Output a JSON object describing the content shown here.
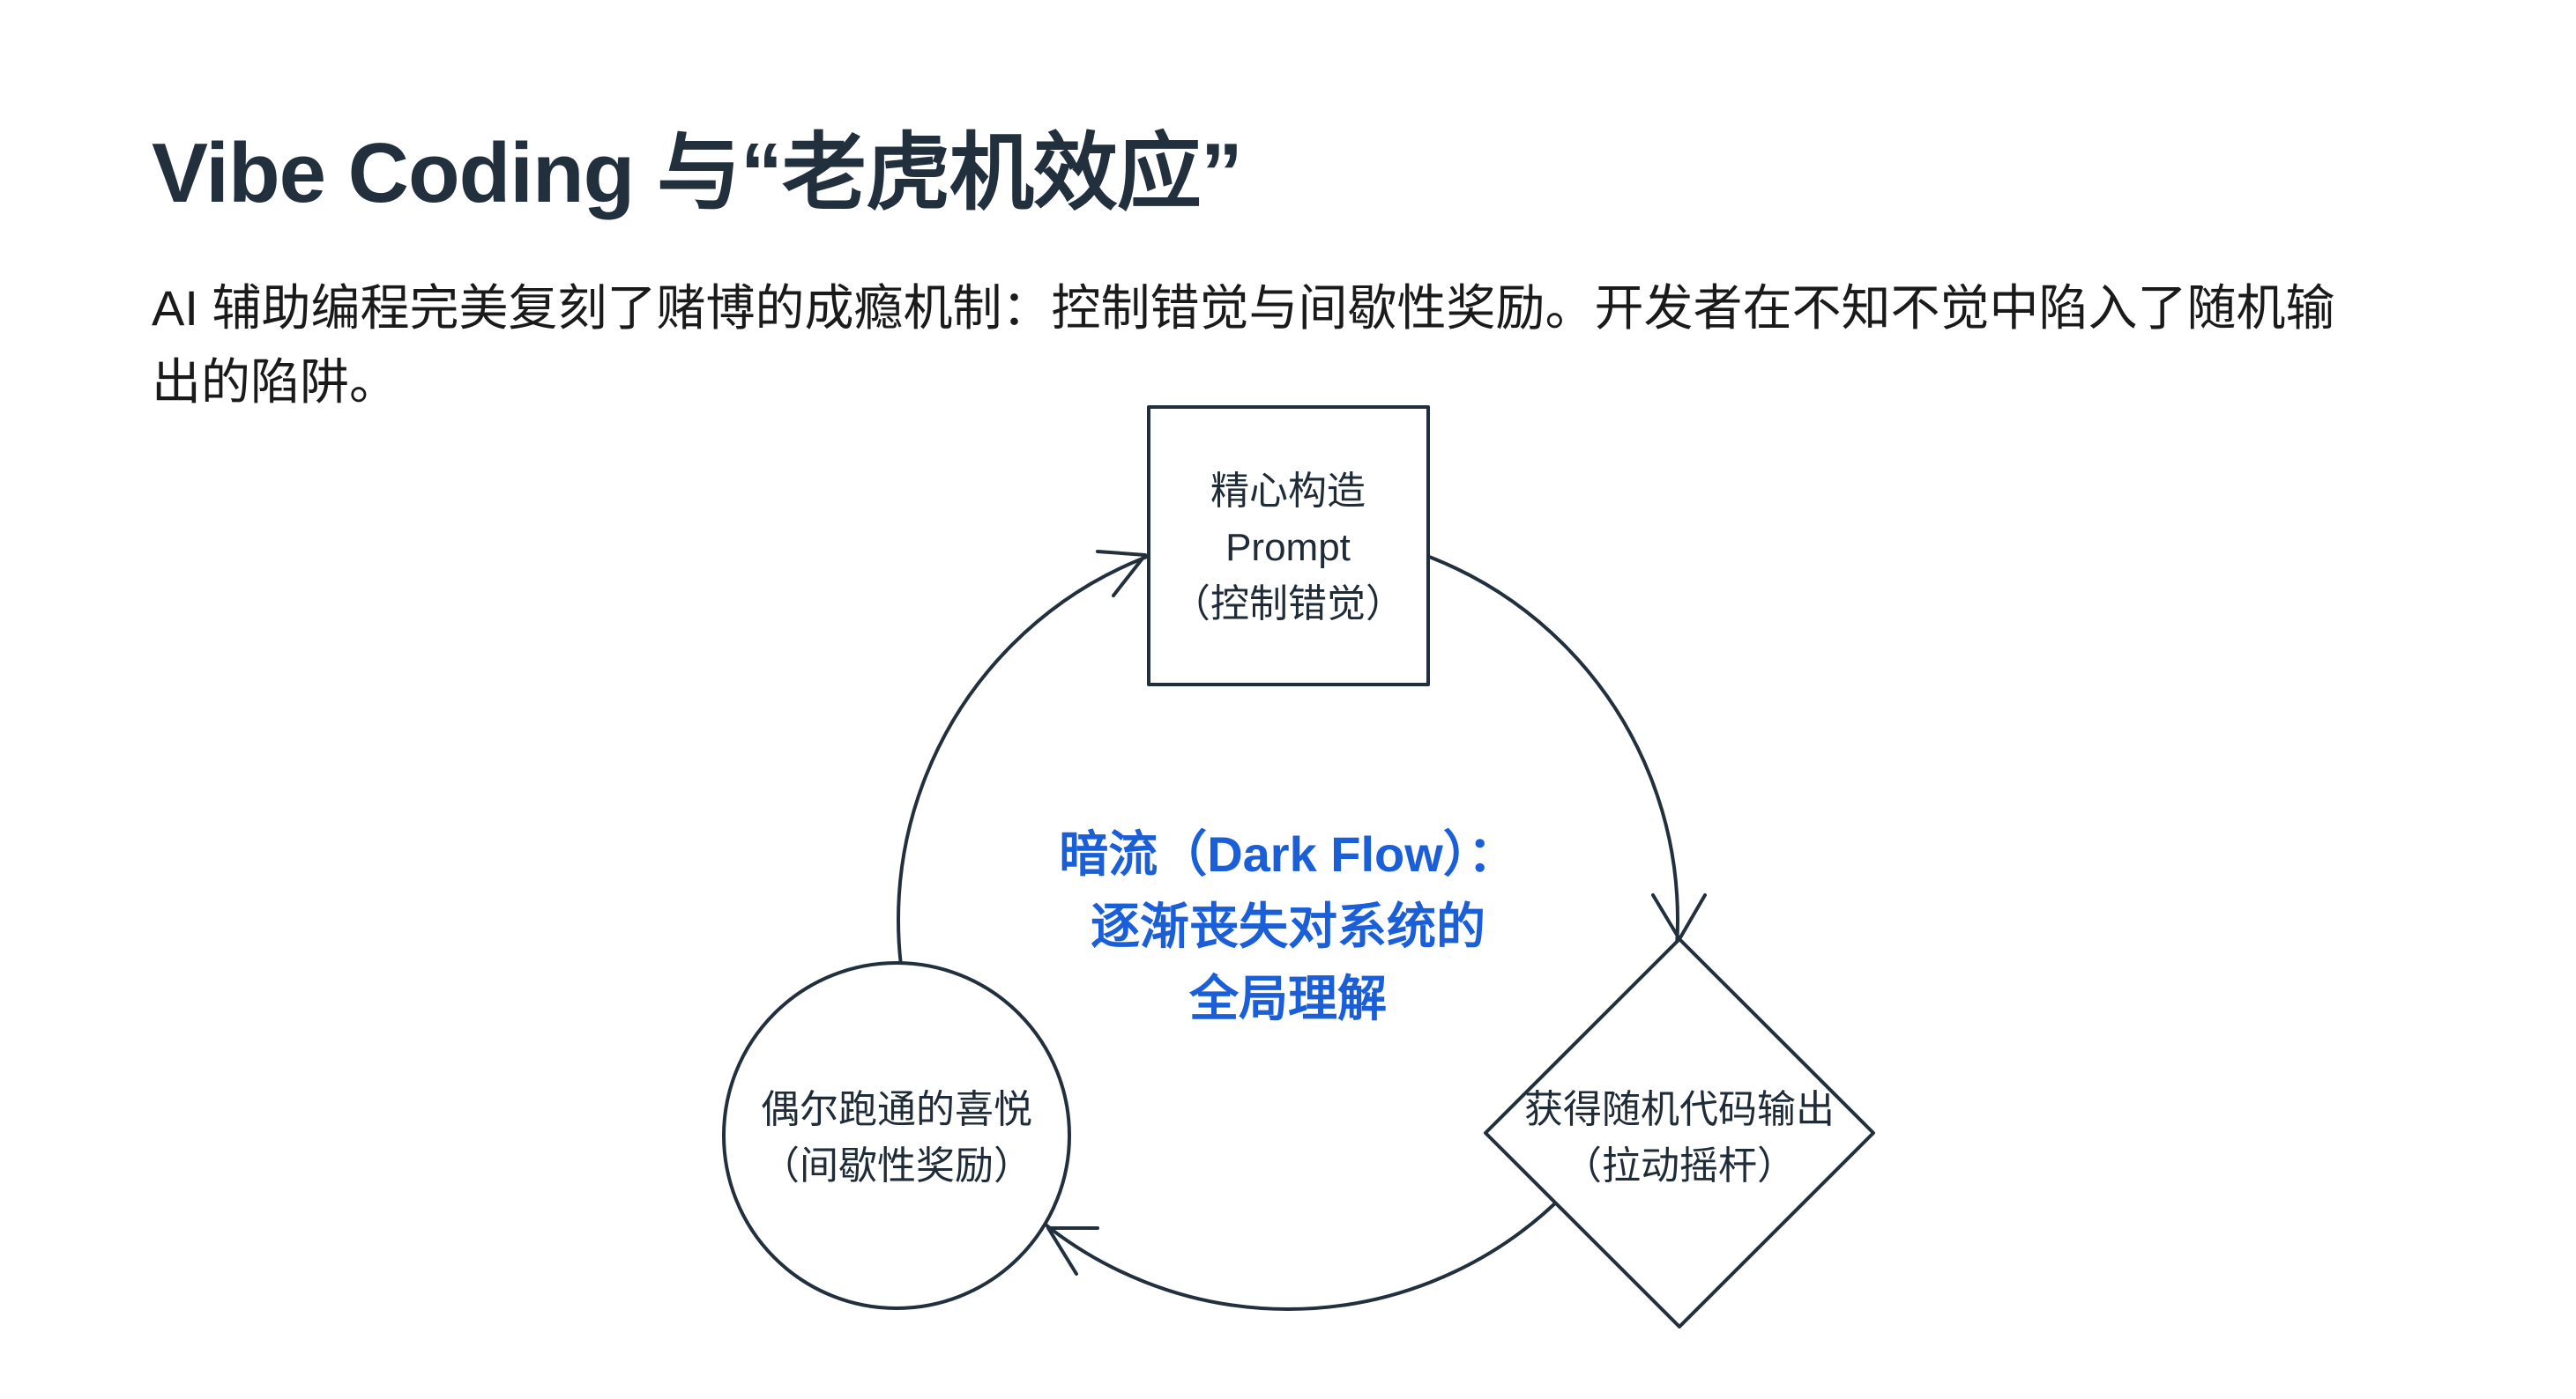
{
  "slide": {
    "title": "Vibe Coding 与“老虎机效应”",
    "subtitle": "AI 辅助编程完美复刻了赌博的成瘾机制：控制错觉与间歇性奖励。开发者在不知不觉中陷入了随机输出的陷阱。"
  },
  "diagram": {
    "nodes": [
      {
        "shape": "rectangle",
        "lines": [
          "精心构造",
          "Prompt",
          "（控制错觉）"
        ]
      },
      {
        "shape": "diamond",
        "lines": [
          "获得随机代码输出",
          "（拉动摇杆）"
        ]
      },
      {
        "shape": "circle",
        "lines": [
          "偶尔跑通的喜悦",
          "（间歇性奖励）"
        ]
      }
    ],
    "center": {
      "lines": [
        "暗流（Dark Flow）：",
        "逐渐丧失对系统的",
        "全局理解"
      ],
      "color": "#1b5fd8"
    },
    "stroke_color": "#22303d"
  }
}
